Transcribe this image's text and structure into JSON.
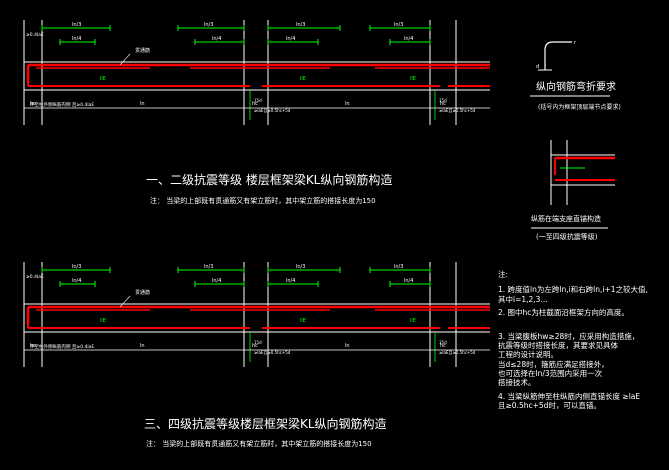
{
  "drawing": {
    "beam1": {
      "title": "一、二级抗震等级    楼层框架梁KL纵向钢筋构造",
      "note": "注： 当梁的上部既有贯通筋又有架立筋时，其中架立筋的搭接长度为150",
      "labels": {
        "span_third": "ln/3",
        "span_quarter": "ln/4",
        "column_depth": "hc",
        "span_length": "ln",
        "support_left": "≥0.4laE",
        "callout_bar": "贯通筋",
        "end_anchor": "伸至柱外侧纵筋内侧 且≥0.4laE",
        "lap_length": "llE",
        "bend_15d": "15d",
        "anchor_check": "≥laE且≥0.5hc+5d"
      }
    },
    "beam2": {
      "title": "三、四级抗震等级楼层框架梁KL纵向钢筋构造",
      "note": "注： 当梁的上部既有贯通筋又有架立筋时，其中架立筋的搭接长度为150",
      "labels": {
        "span_third": "ln/3",
        "span_quarter": "ln/4",
        "column_depth": "hc",
        "span_length": "ln",
        "support_left": "≥0.4laE",
        "callout_bar": "贯通筋",
        "end_anchor": "伸至柱外侧纵筋内侧 且≥0.4laE",
        "lap_length": "llE",
        "bend_15d": "15d",
        "anchor_check": "≥laE且≥0.5hc+5d"
      }
    },
    "bend_detail": {
      "title": "纵向钢筋弯折要求",
      "subtitle": "(括号内为框架顶层端节点要求)",
      "dim_a": "d",
      "dim_b": "r"
    },
    "support_detail": {
      "title": "纵筋在端支座直锚构造",
      "subtitle": "(一至四级抗震等级)"
    },
    "notes": {
      "heading": "注:",
      "items": [
        "1.  跨度值ln为左跨ln,i和右跨ln,i+1之较大值,",
        "     其中i=1,2,3...",
        "2.  图中hc为柱截面沿框架方向的高度。",
        "3.  当梁腹板hw≥28时，应采用构造措施，",
        "     抗震等级时搭接长度，其要求见具体",
        "     工程的设计说明。",
        "     当d≤28时，箍筋应满足搭接外，",
        "     也可选择在ln/3范围内采用一次",
        "     搭接技术。",
        "4.  当梁纵筋伸至柱纵筋内侧直锚长度       ≥laE",
        "     且≥0.5hc+5d时，可以直锚。"
      ]
    }
  },
  "colors": {
    "background": "#000000",
    "structure": "#ffffff",
    "rebar": "#ff0000",
    "dimension": "#00ff00",
    "text": "#ffffff"
  }
}
